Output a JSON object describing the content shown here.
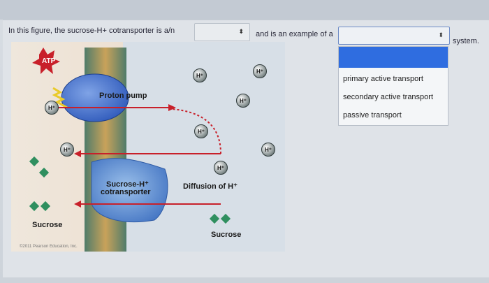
{
  "question": {
    "prefix": "In this figure, the sucrose-H+ cotransporter is a/n",
    "middle": "and is an example of a",
    "suffix": "system."
  },
  "dropdown": {
    "options": [
      "primary active transport",
      "secondary active transport",
      "passive transport"
    ]
  },
  "figure": {
    "atp": "ATP",
    "proton_pump": "Proton pump",
    "cotransporter_line1": "Sucrose-H⁺",
    "cotransporter_line2": "cotransporter",
    "diffusion": "Diffusion of H⁺",
    "sucrose_left": "Sucrose",
    "sucrose_right": "Sucrose",
    "ion": "H⁺",
    "copyright": "©2011 Pearson Education, Inc."
  },
  "icons": {
    "select_arrow": "⬍"
  },
  "colors": {
    "accent": "#2f6de0",
    "arrow": "#c8202a",
    "sucrose": "#2f8f5f"
  }
}
